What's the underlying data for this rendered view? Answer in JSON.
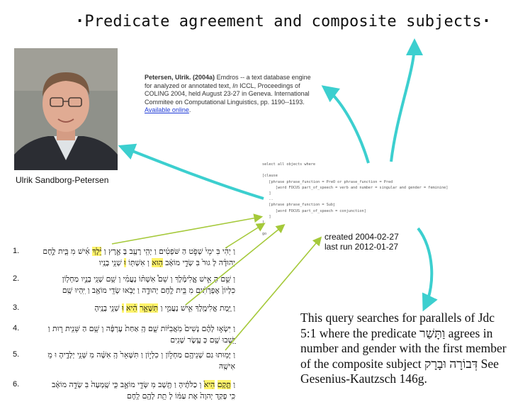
{
  "title": "Predicate agreement and composite subjects",
  "photo": {
    "caption": "Ulrik Sandborg-Petersen"
  },
  "reference": {
    "author": "Petersen, Ulrik. (2004a)",
    "text_1": " Emdros -- a text database engine for analyzed or annotated text, ",
    "venue_em": "In",
    "text_2": " ICCL, Proceedings of COLING 2004, held August 23-27 in Geneva. International Commitee on Computational Linguistics, pp. 1190--1193. ",
    "link": "Available online",
    "end": "."
  },
  "query": {
    "lines": [
      "select all objects where",
      "",
      "[clause",
      "   [phrase phrase_function = PreO or phrase_function = Pred",
      "      [word FOCUS part_of_speech = verb and number = singular and gender = feminine]",
      "   ]",
      "   ..",
      "   [phrase phrase_function = Subj",
      "      [word FOCUS part_of_speech = conjunction]",
      "   ]",
      "]",
      "",
      "go"
    ]
  },
  "dates": {
    "created": "created 2004-02-27",
    "last_run": "last run 2012-01-27"
  },
  "description": "This query searches for parallels of Jdc 5:1 where the predicate וַתָּשַׁר agrees in number and gender with the first member of the composite subject דְּבוֹרָה וּבָרָק See Gesenius-Kautzsch 146g.",
  "results": [
    {
      "number": "1.",
      "line1": [
        {
          "t": "וַ יְהִ֗י בִּ ימֵי֙ שְׁפֹ֣ט הַ שֹּׁפְטִ֔ים וַ יְהִ֥י רָעָ֖ב בָּ אָ֑רֶץ וַ "
        },
        {
          "t": "יֵּ֨לֶךְ",
          "hl": true
        },
        {
          "t": " אִ֜ישׁ מִ בֵּ֧ית לֶ֣חֶם"
        }
      ],
      "line2": [
        {
          "t": "יְהוּדָ֗ה לָ גוּר֙ בִּ שְׂדֵ֣י מוֹאָ֔ב "
        },
        {
          "t": "ה֥וּא",
          "hl": true
        },
        {
          "t": " וְ אִשְׁתּ֖וֹ "
        },
        {
          "t": "וּ",
          "hl": true
        },
        {
          "t": " שְׁנֵ֥י בָנָֽיו"
        }
      ]
    },
    {
      "number": "2.",
      "line1": [
        {
          "t": "וְ שֵׁ֣ם הָ אִ֣ישׁ אֱֽלִימֶ֡לֶךְ וְ שֵׁם֩ אִשְׁתּ֨וֹ נָעֳמִ֜י וְ שֵׁ֥ם שְׁנֵֽי בָנָ֣יו מַחְל֤וֹן"
        }
      ],
      "line2": [
        {
          "t": "כִלְיוֹן֙ אֶפְרָתִ֔ים מִ בֵּ֥ית לֶ֖חֶם יְהוּדָ֑ה וַ יָּבֹ֥אוּ שְׂדֵֽי מוֹאָ֖ב וַ יִּֽהְיוּ שָֽׁם"
        }
      ]
    },
    {
      "number": "3.",
      "line1": [
        {
          "t": "וַ יָּ֥מָת אֱלִימֶ֖לֶךְ אִ֣ישׁ נָעֳמִ֑י וַ "
        },
        {
          "t": "תִּשָּׁאֵ֣ר",
          "hl": true
        },
        {
          "t": " "
        },
        {
          "t": "הִ֔יא",
          "hl": true
        },
        {
          "t": " "
        },
        {
          "t": "וּ",
          "hl": true
        },
        {
          "t": " שְׁנֵ֥י בָנֶֽיהָ"
        }
      ],
      "line2": []
    },
    {
      "number": "4.",
      "line1": [
        {
          "t": "וַ יִּשְׂא֣וּ לָהֶ֗ם נָשִׁים֙ מֹֽאֲבִיּ֔וֹת שֵׁ֤ם הָֽ אַחַת֙ עָרְפָּ֔ה וְ שֵׁ֥ם הַ שֵּׁנִ֖ית ר֑וּת וַ"
        }
      ],
      "line2": [
        {
          "t": "יֵּ֥שְׁבוּ שָׁ֖ם כְּ עֶ֥שֶׂר שָׁנִֽים"
        }
      ]
    },
    {
      "number": "5.",
      "line1": [
        {
          "t": "וַ יָּמ֥וּתוּ גַם שְׁנֵיהֶ֖ם מַחְל֣וֹן וְ כִלְי֑וֹן וַ תִּשָּׁאֵר֙ הָֽ אִשָּׁ֔ה מִ שְּׁנֵ֥י יְלָדֶ֖יהָ וּ מֵ"
        }
      ],
      "line2": [
        {
          "t": "אִישָֽׁהּ"
        }
      ]
    },
    {
      "number": "6.",
      "line1": [
        {
          "t": "וַ "
        },
        {
          "t": "תָּ֤קָם",
          "hl": true
        },
        {
          "t": " "
        },
        {
          "t": "הִיא֙",
          "hl": true
        },
        {
          "t": " וְ כַלֹּתֶ֔יהָ וַ תָּ֖שָׁב מִ שְּׂדֵ֣י מוֹאָ֑ב כִּ֤י שָֽׁמְעָה֙ בִּ שְׂדֵ֣ה מוֹאָ֔ב"
        }
      ],
      "line2": [
        {
          "t": "כִּֽי פָקַ֤ד יְהוָה֙ אֶת עַמּ֔וֹ לָ תֵ֥ת לָהֶ֖ם לָֽחֶם"
        }
      ]
    }
  ],
  "colors": {
    "teal_arrow": "#3ccfcf",
    "green_arrow": "#a5c93a",
    "highlight": "#fff36a",
    "link": "#1f3bd7"
  }
}
